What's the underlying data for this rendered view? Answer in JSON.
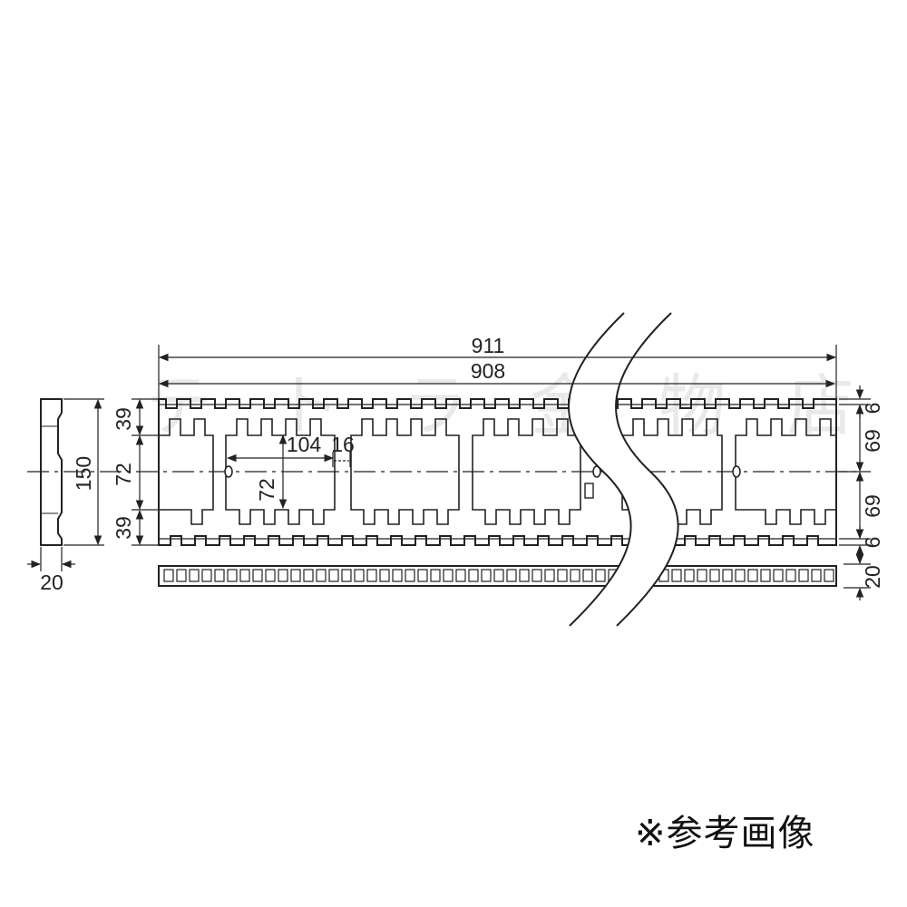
{
  "dimensions": {
    "overall_length": "911",
    "inner_length": "908",
    "height_total": "150",
    "side_thickness": "20",
    "left_top": "39",
    "left_middle": "72",
    "left_bottom": "39",
    "pitch": "104",
    "gap": "16",
    "opening_height": "72",
    "right_top_edge": "6",
    "right_upper": "69",
    "right_lower": "69",
    "right_bottom_edge": "6",
    "bottom_strip_thickness": "20"
  },
  "note": "※参考画像",
  "watermark": "テ ト ラ 金 物 店",
  "colors": {
    "line": "#222222",
    "watermark": "#9a9a9a"
  },
  "icons": [
    "break-line-icon",
    "screw-hole-icon"
  ]
}
